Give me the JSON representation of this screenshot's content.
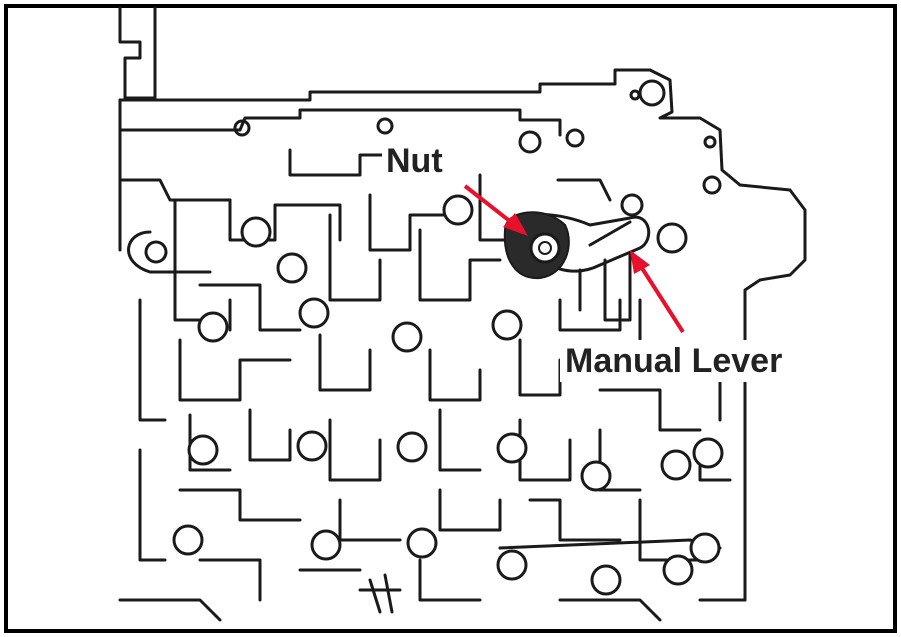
{
  "diagram": {
    "callouts": [
      {
        "id": "nut",
        "text": "Nut"
      },
      {
        "id": "manual-lever",
        "text": "Manual Lever"
      }
    ],
    "colors": {
      "line": "#1a1a1a",
      "arrow": "#e8102a",
      "background": "#ffffff",
      "label": "#222222"
    }
  }
}
